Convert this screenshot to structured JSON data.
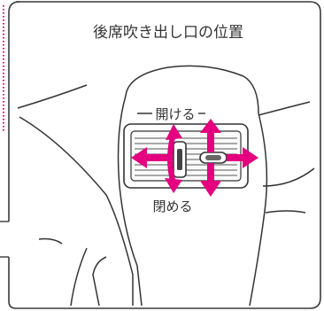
{
  "title": "後席吹き出し口の位置",
  "labels": {
    "open": "開ける",
    "close": "閉める"
  },
  "colors": {
    "arrow": "#e4007f",
    "line": "#333333",
    "dots": "#e4007f",
    "frame": "#3a3a3a"
  },
  "icons": {
    "open_close_arrows": "vertical-double-arrow",
    "direction_arrows": "four-way-arrows"
  }
}
